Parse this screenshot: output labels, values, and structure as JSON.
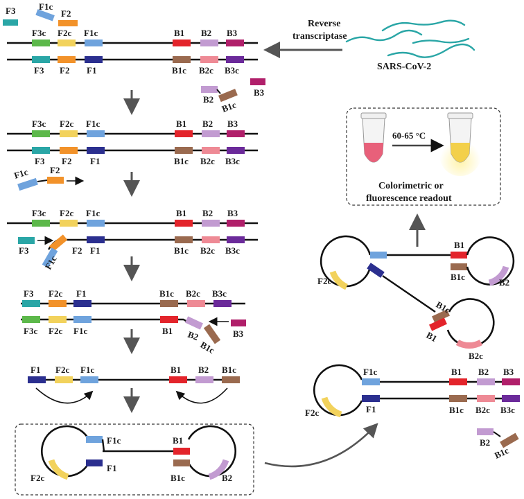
{
  "colors": {
    "F3": "#2aa6a6",
    "F2": "#f2922a",
    "F1": "#2b2f8f",
    "F1c": "#6fa3dd",
    "F2c": "#f2d25c",
    "F3c": "#5cb84a",
    "B1": "#e3242b",
    "B1c": "#9a6a4f",
    "B2": "#c29bd1",
    "B2c": "#ee8a95",
    "B3": "#b01f6a",
    "B3c": "#6b2a9a",
    "line": "#111111",
    "arrow": "#555555",
    "virus": "#2aa6a6"
  },
  "header": {
    "reverse": "Reverse",
    "transcriptase": "transcriptase",
    "virus": "SARS-CoV-2"
  },
  "labels": {
    "F3": "F3",
    "F2": "F2",
    "F1": "F1",
    "F1c": "F1c",
    "F2c": "F2c",
    "F3c": "F3c",
    "B1": "B1",
    "B2": "B2",
    "B3": "B3",
    "B1c": "B1c",
    "B2c": "B2c",
    "B3c": "B3c"
  },
  "readout": {
    "temperature": "60-65 °C",
    "line1": "Colorimetric or",
    "line2": "fluorescence readout"
  }
}
